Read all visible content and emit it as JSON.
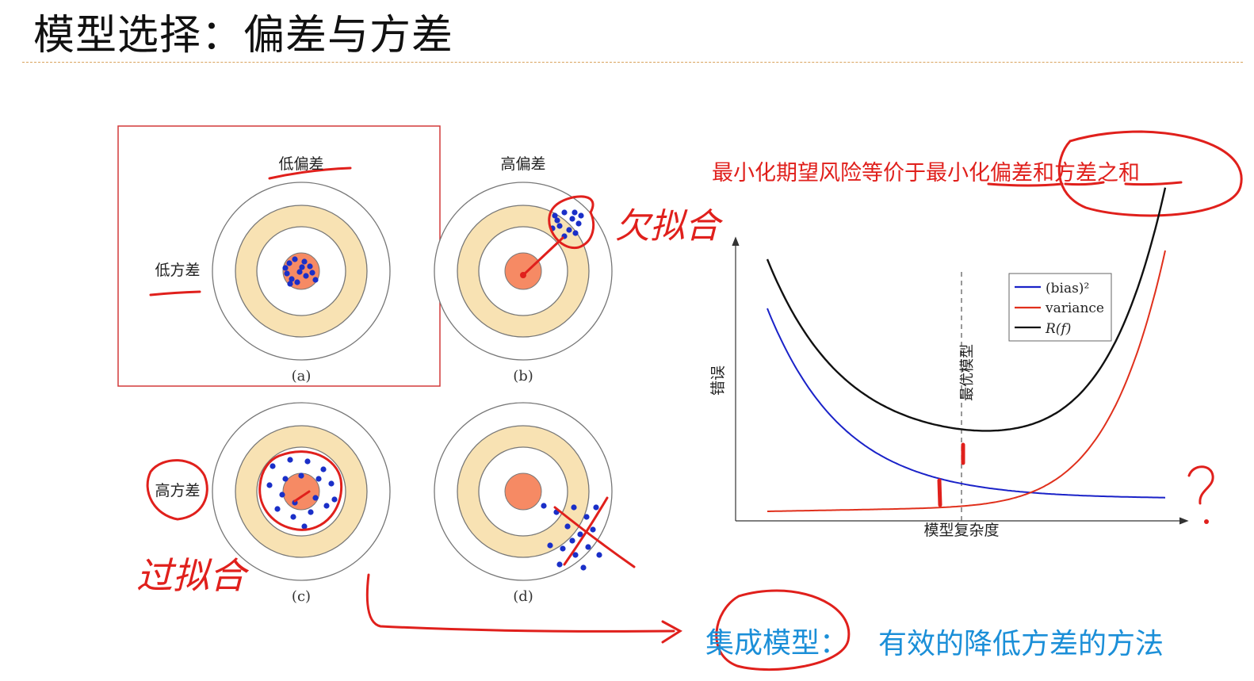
{
  "slide": {
    "title": "模型选择：偏差与方差"
  },
  "targets_figure": {
    "col_labels": [
      "低偏差",
      "高偏差"
    ],
    "row_labels": [
      "低方差",
      "高方差"
    ],
    "panel_captions": [
      "(a)",
      "(b)",
      "(c)",
      "(d)"
    ],
    "colors": {
      "bullseye": "#f68a64",
      "ring": "#f8e2b3",
      "dots": "#1a2fc8",
      "outline": "#777777"
    }
  },
  "annotations": {
    "underfit": "欠拟合",
    "overfit": "过拟合",
    "min_risk_note": "最小化期望风险等价于最小化偏差和方差之和",
    "question_mark": "?",
    "ensemble_term": "集成模型：",
    "ensemble_desc": "有效的降低方差的方法",
    "ink_color": "#e0201c",
    "blue_ink_color": "#1b8fd8"
  },
  "chart_data": {
    "type": "line",
    "xlabel": "模型复杂度",
    "ylabel": "错误",
    "optimal_label": "最优模型",
    "legend_position": "top-right",
    "series": [
      {
        "name": "(bias)²",
        "color": "#1a22c8",
        "shape": "decreasing"
      },
      {
        "name": "variance",
        "color": "#e0301c",
        "shape": "increasing"
      },
      {
        "name": "R(f)",
        "color": "#111111",
        "shape": "u-shaped sum"
      }
    ]
  }
}
